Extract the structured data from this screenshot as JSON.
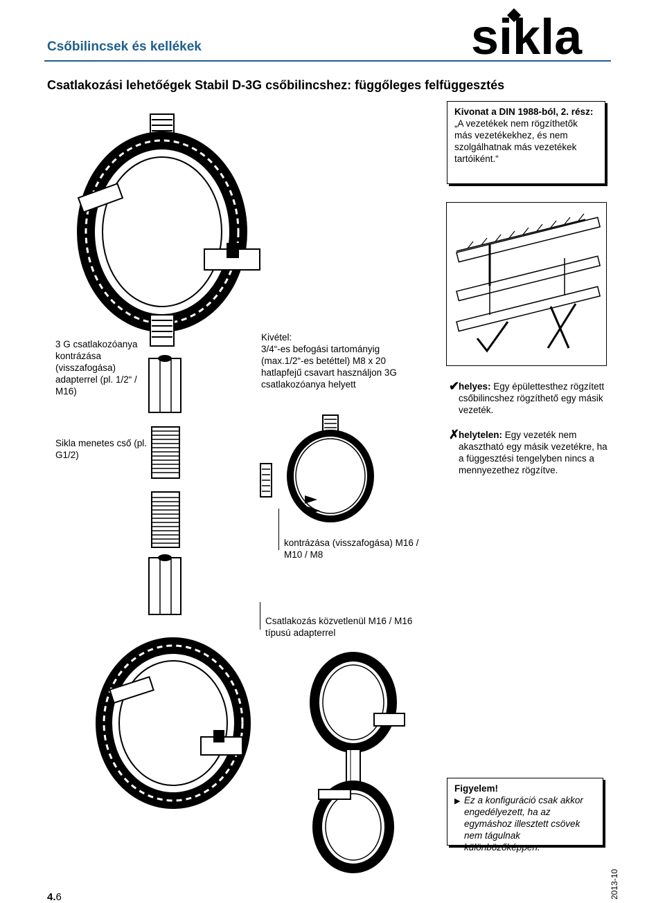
{
  "header": {
    "section_title": "Csőbilincsek és kellékek",
    "brand": "sikla"
  },
  "page_heading": "Csatlakozási lehetőégek Stabil D-3G csőbilincshez: függőleges felfüggesztés",
  "din_box": {
    "heading": "Kivonat a DIN 1988-ból, 2. rész:",
    "text": "„A vezetékek nem rögzíthetők más vezetékekhez, és nem szolgálhatnak más vezetékek tartóiként.“"
  },
  "labels": {
    "adapter": "3 G csatlakozóanya kontrázása (visszafogása) adapterrel (pl. 1/2“ / M16)",
    "pipe": "Sikla menetes cső (pl. G1/2)",
    "kivetel_head": "Kivétel:",
    "kivetel_body": "3/4“-es befogási tartományig (max.1/2“-es betéttel) M8 x 20 hatlapfejű csavart használjon 3G csatlakozóanya helyett",
    "kontrazas": "kontrázása (visszafogása) M16 / M10 / M8",
    "csatlakozas": "Csatlakozás közvetlenül M16 / M16 típusú adapterrel"
  },
  "legend": {
    "correct_mark": "✔",
    "correct_head": "helyes:",
    "correct_text": "Egy épülettesthez rögzített csőbilincshez rögzíthető egy másik vezeték.",
    "wrong_mark": "✗",
    "wrong_head": "helytelen:",
    "wrong_text": "Egy vezeték nem akasztható egy másik vezetékre, ha a függesztési tengelyben nincs a mennyezethez rögzítve."
  },
  "note_box": {
    "heading": "Figyelem!",
    "arrow_icon": "triangle-right",
    "text": "Ez a konfiguráció csak akkor engedélyezett, ha az egymáshoz illesztett csövek nem tágulnak különbözőképpen."
  },
  "footer": {
    "page_section": "4.",
    "page_number": "6",
    "date": "2013-10"
  }
}
